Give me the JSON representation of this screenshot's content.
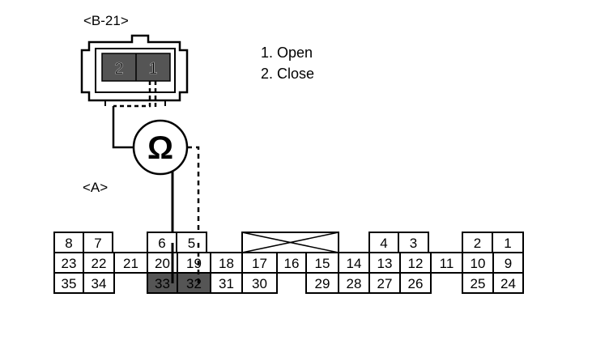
{
  "labels": {
    "connector_b": "<B-21>",
    "connector_a": "<A>",
    "ohm_symbol": "Ω"
  },
  "steps": [
    "1. Open",
    "2. Close"
  ],
  "b21_pins": [
    "2",
    "1"
  ],
  "connector_a": {
    "rows": [
      [
        "8",
        "7",
        "6",
        "5",
        "4",
        "3",
        "2",
        "1"
      ],
      [
        "23",
        "22",
        "21",
        "20",
        "19",
        "18",
        "17",
        "16",
        "15",
        "14",
        "13",
        "12",
        "11",
        "10",
        "9"
      ],
      [
        "35",
        "34",
        "33",
        "32",
        "31",
        "30",
        "29",
        "28",
        "27",
        "26",
        "25",
        "24"
      ]
    ],
    "highlighted_pins": [
      "33",
      "32"
    ]
  },
  "colors": {
    "line": "#000000",
    "highlight": "#555555",
    "background": "#ffffff"
  }
}
